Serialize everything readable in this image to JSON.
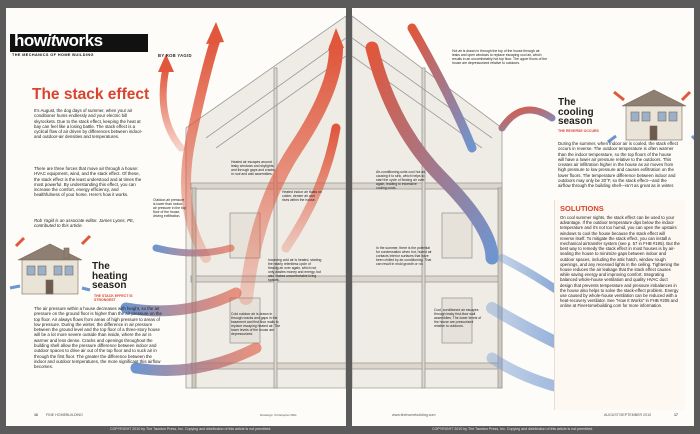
{
  "brand": {
    "how": "how",
    "it": "it",
    "works": "works",
    "tagline": "THE MECHANICS OF HOME BUILDING"
  },
  "byline": "BY ROB YAGID",
  "title": "The stack effect",
  "intro": "It's August, the dog days of summer, when your air conditioner hums endlessly and your electric bill skyrockets. Due to the stack effect, keeping the heat at bay can feel like a losing battle. The stack effect is a cyclical flow of air driven by differences between indoor- and outdoor-air densities and temperatures.",
  "forces": "There are three forces that move air through a house: HVAC equipment, wind, and the stack effect. Of these, the stack effect is the least understood and at times the most powerful. By understanding this effect, you can increase the comfort, energy efficiency, and healthfulness of your home. Here's how it works.",
  "credit": "Rob Yagid is an associate editor. James Lyons, PE, contributed to this article.",
  "heating": {
    "title1": "The",
    "title2": "heating",
    "title3": "season",
    "sub": "THE STACK EFFECT IS STRONGEST"
  },
  "heating_body": "The air pressure within a house decreases with height, so the air pressure on the ground floor is higher than the air pressure on the top floor. Air always flows from areas of high pressure to areas of low pressure. During the winter, the difference in air pressure between the ground level and the top floor of a three-story house will be a lot more severe outside than inside, where the air is warmer and less dense. Cracks and openings throughout the building shell allow the pressure difference between indoor and outdoor spaces to drive air out of the top floor and to suck air in through the first floor. The greater the difference between the indoor and outdoor temperatures, the more significant this airflow becomes.",
  "callouts_left": {
    "c1": "Outdoor-air pressure is lower than indoor-air pressure in the top floor of the house, driving exfiltration.",
    "c2": "Heated air escapes around leaky windows and skylights, and through gaps and cracks in roof and wall assemblies.",
    "c3": "Heated indoor air floats on colder, denser air and rises within the house.",
    "c4": "Incoming cold air is heated, starting the nearly relentless cycle of flowing air over again, which not only wastes money and energy, but also makes uncomfortable living spaces.",
    "c5": "Cold outdoor air is drawn in through cracks and gaps in the basement and first floor walls to replace escaping heated air. The lower levels of the house are depressurized."
  },
  "callouts_right": {
    "c1": "Hot air is drawn in through the top of the house through air leaks and open windows to replace escaping cool air, which results in an uncomfortably hot top floor. The upper floors of the house are depressurized relative to outdoors.",
    "c2": "Air-conditioning units cool hot air, causing it to sink, which helps to start the cycle of flowing air over again, leading to excessive cooling costs.",
    "c3": "In the summer, there is the potential for condensation when hot, humid air contacts interior surfaces that have been chilled by air-conditioning. That can result in mold growth or rot.",
    "c4": "Cool, conditioned air escapes through leaky first-floor wall assemblies. The lower levels of the house are pressurized relative to outdoors."
  },
  "cooling": {
    "title1": "The",
    "title2": "cooling",
    "title3": "season",
    "sub": "THE REVERSE OCCURS"
  },
  "cooling_body": "During the summer, when indoor air is cooled, the stack effect occurs in reverse. The outdoor temperature is often warmer than the indoor temperature, so the top floors of the house will have a lower air pressure relative to the outdoors. This creates air infiltration higher in the house as air moves from high pressure to low pressure and causes exfiltration on the lower floors. The temperature difference between indoor and outdoors may only be 20°F, so the stack effect—and the airflow through the building shell—isn't as great as in winter.",
  "solutions_title": "SOLUTIONS",
  "solutions_body": "On cool summer nights, the stack effect can be used to your advantage. If the outdoor temperature dips below the indoor temperature and it's not too humid, you can open the upstairs windows to cool the house because the stack effect will reverse itself. To mitigate the stack effect, you can install a mechanical airtransfer system (see p. 57 in FHB #195). But the best way to remedy the stack effect in most houses is by air-sealing the house to minimize gaps between indoor and outdoor spaces, including the attic hatch, window rough openings, and any recessed lights in the ceiling. Tightening the house reduces the air leakage that the stack effect causes while saving energy and improving comfort. Integrating balanced whole-house ventilation and quality HVAC duct design that prevents temperature and pressure imbalances in the house also helps to solve the stack-effect problem. Energy use caused by whole-house ventilation can be reduced with a heat-recovery ventilator. See \"How It Works\" in FHB #205 and online at FineHomebuilding.com for more information.",
  "footer": {
    "left_page": "16",
    "left_mag": "FINE HOMEBUILDING",
    "drawings": "Drawings: Christopher Mills",
    "right_url": "www.finehomebuilding.com",
    "right_issue": "AUGUST/SEPTEMBER 2010",
    "right_page": "17",
    "copyright": "COPYRIGHT 2010 by The Taunton Press, Inc. Copying and distribution of this article is not permitted."
  },
  "colors": {
    "warm": "#e0573c",
    "cool": "#6f95cf",
    "accent": "#d8442f",
    "paper": "#fdfcf8"
  }
}
